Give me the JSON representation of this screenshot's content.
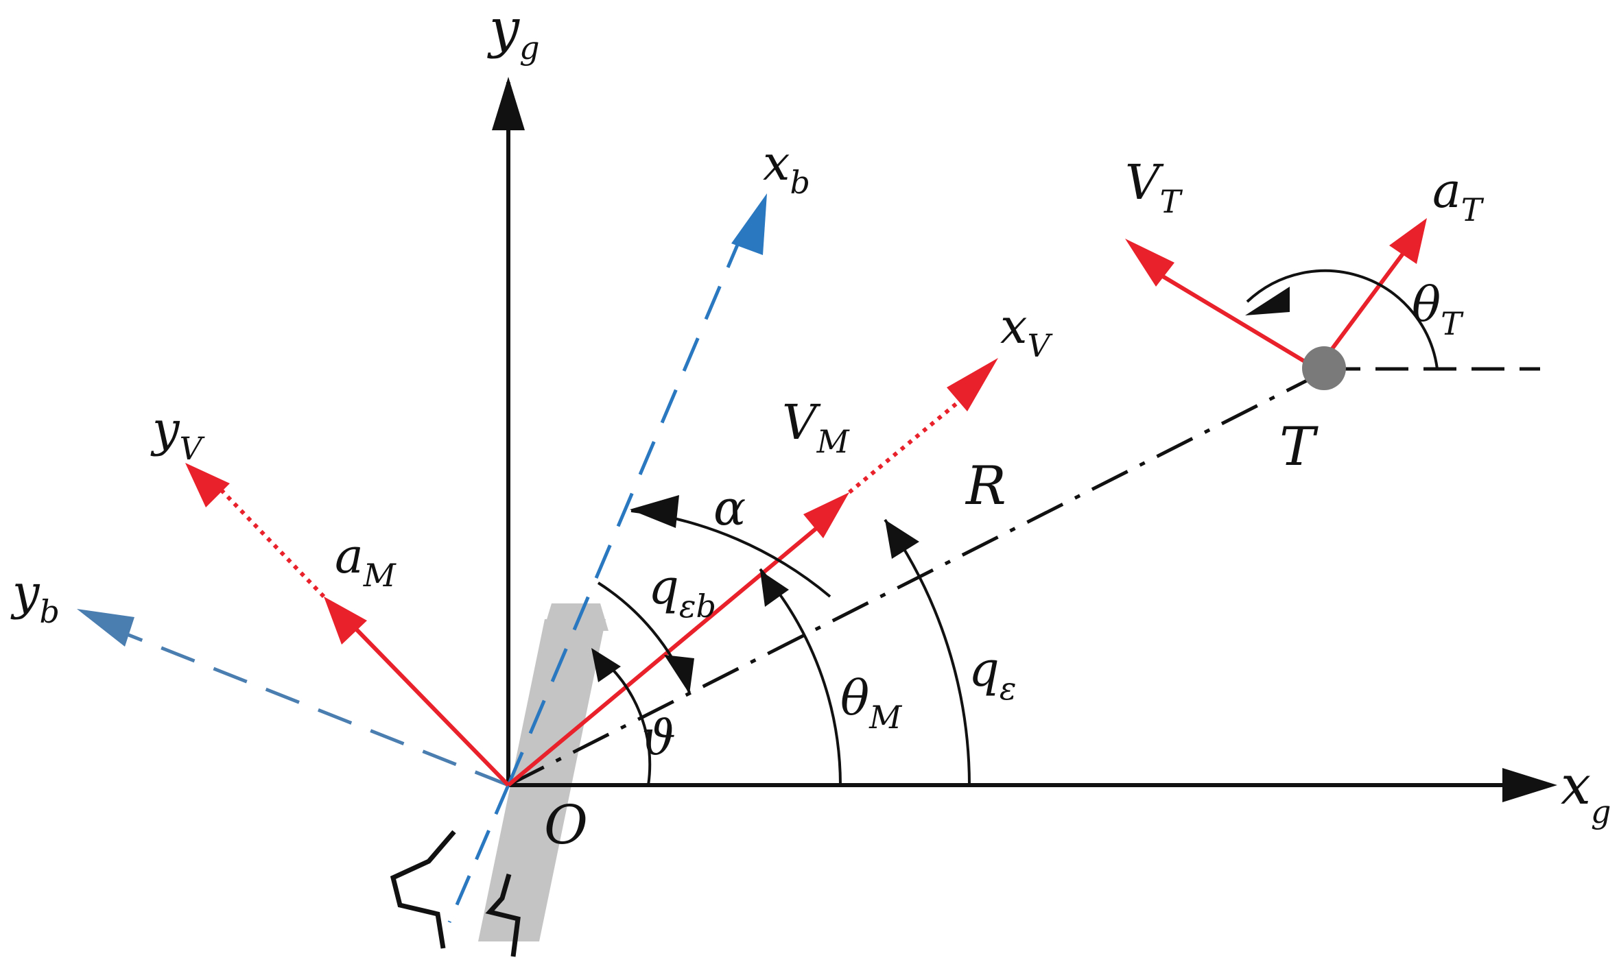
{
  "colors": {
    "axis": "#111111",
    "velocity": "#e8212b",
    "body": "#2a78c0",
    "body_y": "#4a7db0",
    "missile": "#c4c4c4",
    "target": "#7a7a7a"
  },
  "labels": {
    "yg": {
      "main": "y",
      "sub": "g"
    },
    "xg": {
      "main": "x",
      "sub": "g"
    },
    "xb": {
      "main": "x",
      "sub": "b"
    },
    "yb": {
      "main": "y",
      "sub": "b"
    },
    "xV": {
      "main": "x",
      "sub": "V"
    },
    "yV": {
      "main": "y",
      "sub": "V"
    },
    "VM": {
      "main": "V",
      "sub": "M"
    },
    "aM": {
      "main": "a",
      "sub": "M"
    },
    "VT": {
      "main": "V",
      "sub": "T"
    },
    "aT": {
      "main": "a",
      "sub": "T"
    },
    "thetaT": {
      "main": "θ",
      "sub": "T"
    },
    "thetaM": {
      "main": "θ",
      "sub": "M"
    },
    "qeps": {
      "main": "q",
      "sub": "ε"
    },
    "qepsb": {
      "main": "q",
      "sub": "εb"
    },
    "alpha": "α",
    "pitch": "ϑ",
    "R": "R",
    "T": "T",
    "O": "O"
  }
}
